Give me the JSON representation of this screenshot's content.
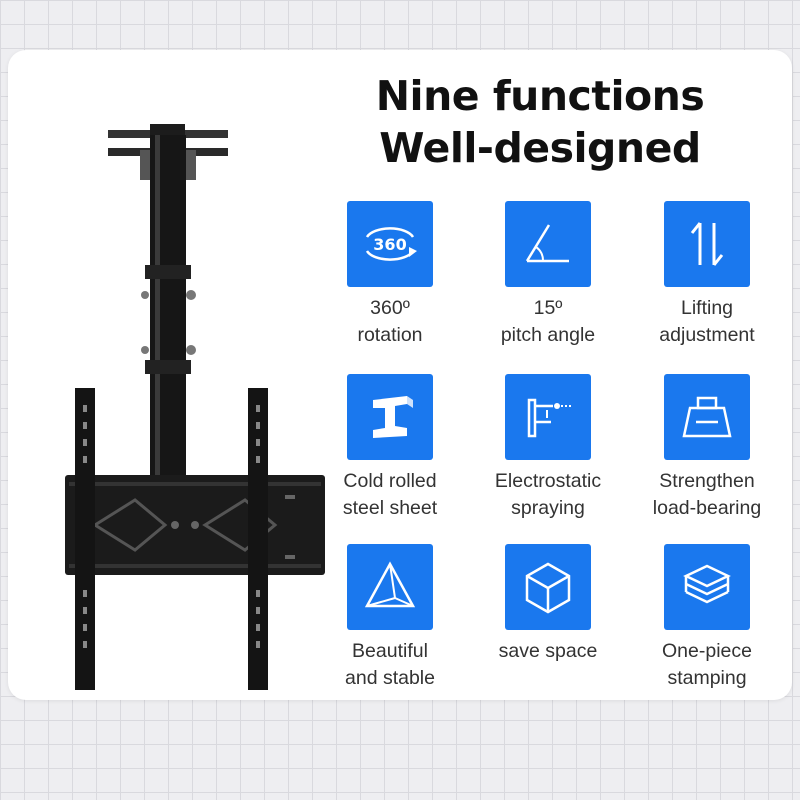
{
  "headline": {
    "line1": "Nine functions",
    "line2": "Well-designed"
  },
  "features": [
    {
      "icon": "rotation-360-icon",
      "badge": "360",
      "line1": "360º",
      "line2": "rotation"
    },
    {
      "icon": "pitch-angle-icon",
      "line1": "15º",
      "line2": "pitch angle"
    },
    {
      "icon": "lifting-arrows-icon",
      "line1": "Lifting",
      "line2": "adjustment"
    },
    {
      "icon": "steel-beam-icon",
      "line1": "Cold rolled",
      "line2": "steel sheet"
    },
    {
      "icon": "spray-icon",
      "line1": "Electrostatic",
      "line2": "spraying"
    },
    {
      "icon": "weight-icon",
      "line1": "Strengthen",
      "line2": "load-bearing"
    },
    {
      "icon": "pyramid-icon",
      "line1": "Beautiful",
      "line2": "and stable"
    },
    {
      "icon": "cube-icon",
      "line1": "save space",
      "line2": ""
    },
    {
      "icon": "stacked-layers-icon",
      "line1": "One-piece",
      "line2": "stamping"
    }
  ],
  "colors": {
    "tile": "#1a78ee",
    "text": "#333333",
    "headline": "#111111"
  }
}
